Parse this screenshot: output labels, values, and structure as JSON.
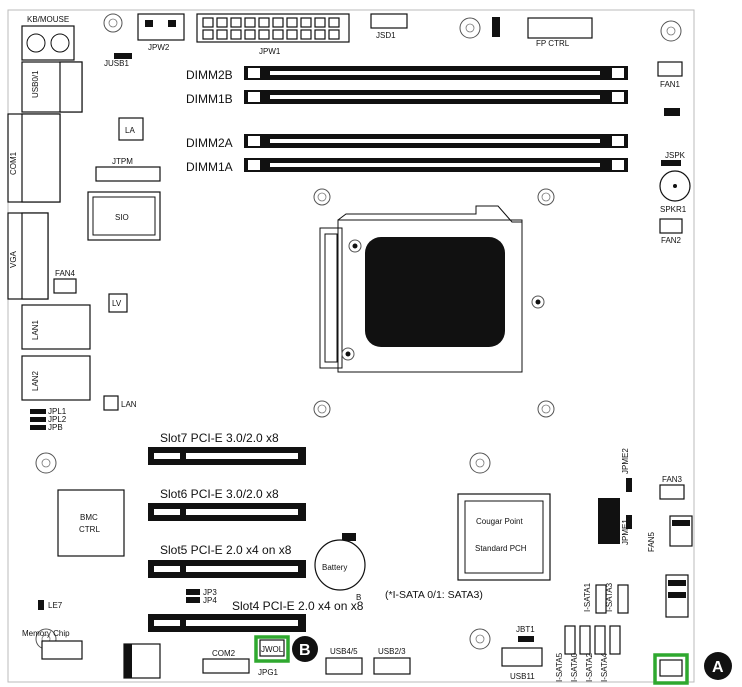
{
  "board": {
    "rear_io": {
      "kbmouse": "KB/MOUSE",
      "usb01": "USB0/1",
      "com1": "COM1",
      "vga": "VGA",
      "lan1": "LAN1",
      "lan2": "LAN2",
      "usb_jusb1": "JUSB1",
      "lan_led": "LAN"
    },
    "power": {
      "pw2": "JPW2",
      "jpw1": "JPW1"
    },
    "headers": {
      "front_panel": "FP CTRL",
      "jtpm": "JTPM",
      "fan4": "FAN4",
      "fan1": "FAN1",
      "fan2": "FAN2",
      "fan3": "FAN3",
      "fan5": "FAN5",
      "spk": "JSPK",
      "spkr1": "SPKR1",
      "pl1": "JPL1",
      "pl2": "JPL2",
      "jpb": "JPB",
      "jpme2": "JPME2",
      "jpme1": "JPME1",
      "jbt1": "JBT1",
      "le7": "LE7",
      "com2": "COM2",
      "jwol": "JWOL",
      "jpg1": "JPG1",
      "usb45": "USB4/5",
      "usb23": "USB2/3",
      "usb11": "USB11",
      "jsd1": "JSD1",
      "jp3": "JP3",
      "jp4": "JP4"
    },
    "chips": {
      "sio": "SIO",
      "la": "LA",
      "lv": "LV",
      "bmc_line1": "BMC",
      "bmc_line2": "CTRL",
      "pch_line1": "Cougar Point",
      "pch_line2": "Standard PCH",
      "memory_chip": "Memory Chip",
      "battery": "Battery",
      "battery_short": "B"
    },
    "dimms": [
      "DIMM2B",
      "DIMM1B",
      "DIMM2A",
      "DIMM1A"
    ],
    "slots": [
      "Slot7 PCI-E 3.0/2.0 x8",
      "Slot6 PCI-E 3.0/2.0 x8",
      "Slot5 PCI-E 2.0 x4 on x8",
      "Slot4 PCI-E 2.0 x4 on x8"
    ],
    "sata": {
      "note": "(*I-SATA 0/1: SATA3)",
      "ports": [
        "I-SATA0",
        "I-SATA1",
        "I-SATA2",
        "I-SATA3",
        "I-SATA4",
        "I-SATA5"
      ]
    },
    "callouts": {
      "a": "A",
      "b": "B"
    },
    "highlight_color": "#2fa82f"
  }
}
